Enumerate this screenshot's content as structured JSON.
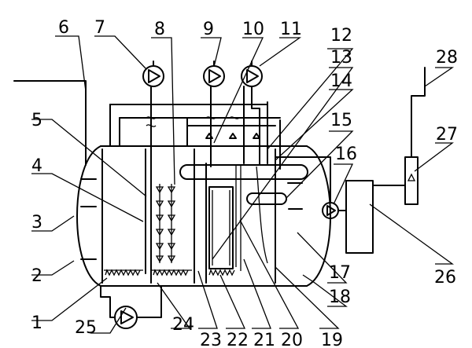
{
  "labels": {
    "n1": "1",
    "n2": "2",
    "n3": "3",
    "n4": "4",
    "n5": "5",
    "n6": "6",
    "n7": "7",
    "n8": "8",
    "n9": "9",
    "n10": "10",
    "n11": "11",
    "n12": "12",
    "n13": "13",
    "n14": "14",
    "n15": "15",
    "n16": "16",
    "n17": "17",
    "n18": "18",
    "n19": "19",
    "n20": "20",
    "n21": "21",
    "n22": "22",
    "n23": "23",
    "n24": "24",
    "n25": "25",
    "n26": "26",
    "n27": "27",
    "n28": "28"
  }
}
